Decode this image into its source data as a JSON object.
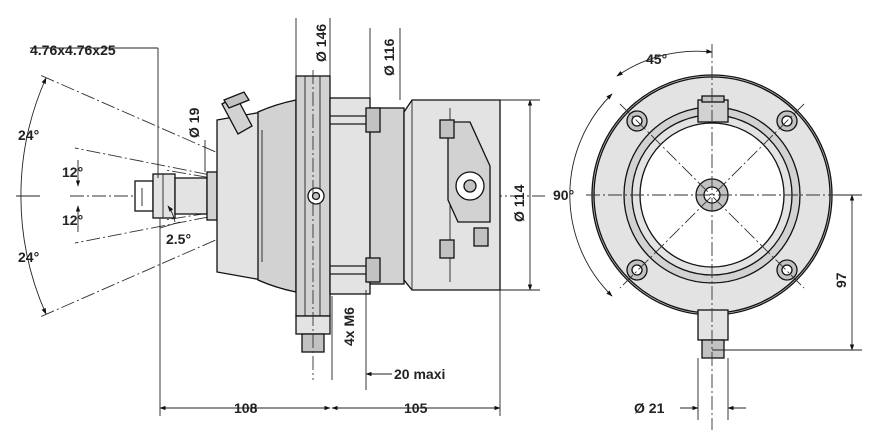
{
  "labels": {
    "shaft_key": "4.76x4.76x25",
    "angle_24_top": "24°",
    "angle_12_top": "12°",
    "angle_12_bottom": "12°",
    "angle_24_bottom": "24°",
    "angle_2_5": "2.5°",
    "dia_19": "Ø 19",
    "dia_146": "Ø 146",
    "dia_116": "Ø 116",
    "dia_114": "Ø 114",
    "screws": "4x M6",
    "max_20": "20 maxi",
    "len_108": "108",
    "len_105": "105",
    "angle_45": "45°",
    "angle_90": "90°",
    "height_97": "97",
    "dia_21": "Ø 21"
  }
}
